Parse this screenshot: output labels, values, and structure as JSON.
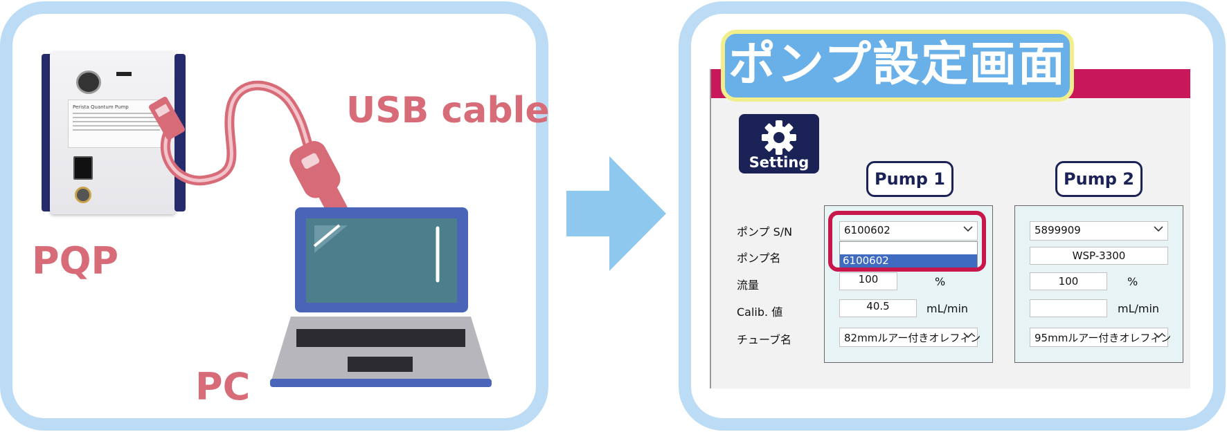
{
  "left": {
    "pqp_label": "PQP",
    "usb_label": "USB cable",
    "pc_label": "PC",
    "device_plate_text": "Perista Quantum Pump"
  },
  "right": {
    "title": "ポンプ設定画面",
    "settings_button_label": "Setting",
    "pump1_tab": "Pump 1",
    "pump2_tab": "Pump 2",
    "row_labels": {
      "sn": "ポンプ S/N",
      "name": "ポンプ名",
      "flow": "流量",
      "calib": "Calib. 値",
      "tube": "チューブ名"
    },
    "pump1": {
      "sn": "6100602",
      "sn_dropdown_option": "6100602",
      "name": "",
      "flow": "100",
      "flow_unit": "%",
      "calib": "40.5",
      "calib_unit": "mL/min",
      "tube": "82mmルアー付きオレフィン"
    },
    "pump2": {
      "sn": "5899909",
      "name": "WSP-3300",
      "flow": "100",
      "flow_unit": "%",
      "calib": "",
      "calib_unit": "mL/min",
      "tube": "95mmルアー付きオレフィン"
    }
  },
  "colors": {
    "panel_border": "#bcdcf6",
    "label_pink": "#d86b78",
    "title_bar": "#c8175a",
    "title_badge": "#6ab0e8",
    "navy": "#1b2356",
    "highlight": "#c8174a",
    "arrow": "#8fc8ef"
  }
}
